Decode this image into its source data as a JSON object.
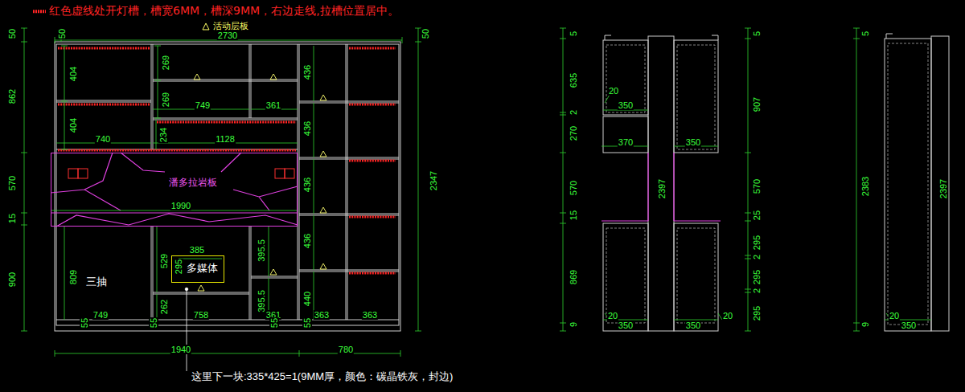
{
  "diagram": {
    "nodes": [
      {
        "text": [
          "潘多拉岩板"
        ]
      },
      {
        "text": [
          "多媒体"
        ]
      }
    ],
    "labels": [
      "50",
      "862",
      "570",
      "15",
      "900",
      "50",
      "2730",
      "50",
      "2347",
      "404",
      "404",
      "740",
      "269",
      "269",
      "749",
      "361",
      "234",
      "1128",
      "436",
      "436",
      "436",
      "436",
      "440",
      "1990",
      "三抽",
      "809",
      "529",
      "385",
      "295",
      "395.5",
      "262",
      "395.5",
      "749",
      "758",
      "361",
      "363",
      "363",
      "55",
      "55",
      "55",
      "55",
      "1940",
      "780",
      "这里下一块:335*425=1(9MM厚，颜色：碳晶铁灰，封边)",
      "5",
      "635",
      "2",
      "270",
      "570",
      "15",
      "869",
      "9",
      "20",
      "350",
      "370",
      "350",
      "2397",
      "20",
      "350",
      "350",
      "20",
      "5",
      "907",
      "570",
      "25",
      "295",
      "2",
      "295",
      "2",
      "295",
      "5",
      "2383",
      "9",
      "20",
      "350",
      "2397"
    ],
    "legend": [
      {
        "text": "红色虚线处开灯槽，槽宽6MM，槽深9MM，右边走线,拉槽位置居中。"
      },
      {
        "text": "活动层板"
      }
    ]
  }
}
